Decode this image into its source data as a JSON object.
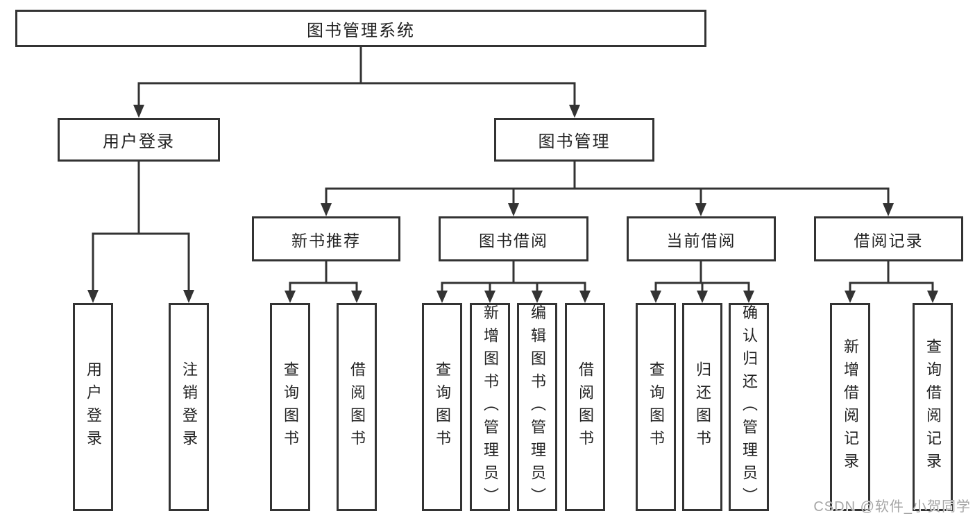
{
  "diagram": {
    "root": {
      "label": "图书管理系统"
    },
    "level2": [
      {
        "label": "用户登录"
      },
      {
        "label": "图书管理"
      }
    ],
    "level3": [
      {
        "label": "新书推荐"
      },
      {
        "label": "图书借阅"
      },
      {
        "label": "当前借阅"
      },
      {
        "label": "借阅记录"
      }
    ],
    "leafGroups": [
      {
        "parent": "用户登录",
        "leaves": [
          {
            "label": "用户登录"
          },
          {
            "label": "注销登录"
          }
        ]
      },
      {
        "parent": "新书推荐",
        "leaves": [
          {
            "label": "查询图书"
          },
          {
            "label": "借阅图书"
          }
        ]
      },
      {
        "parent": "图书借阅",
        "leaves": [
          {
            "label": "查询图书"
          },
          {
            "label": "新增图书（管理员）"
          },
          {
            "label": "编辑图书（管理员）"
          },
          {
            "label": "借阅图书"
          }
        ]
      },
      {
        "parent": "当前借阅",
        "leaves": [
          {
            "label": "查询图书"
          },
          {
            "label": "归还图书"
          },
          {
            "label": "确认归还（管理员）"
          }
        ]
      },
      {
        "parent": "借阅记录",
        "leaves": [
          {
            "label": "新增借阅记录"
          },
          {
            "label": "查询借阅记录"
          }
        ]
      }
    ]
  },
  "watermark": {
    "text": "CSDN @软件_小贺同学"
  },
  "colors": {
    "line": "#333333",
    "text": "#222222",
    "watermark": "#a6a6a6",
    "background": "#ffffff"
  }
}
